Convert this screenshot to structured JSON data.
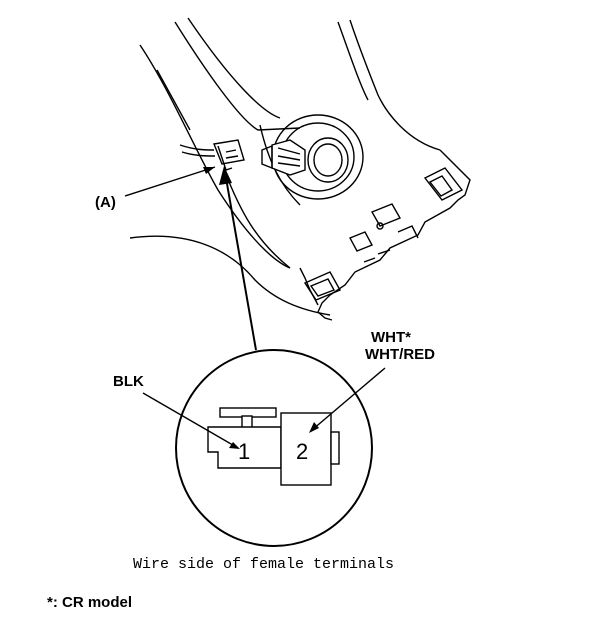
{
  "callout_a": "(A)",
  "wire_blk": "BLK",
  "wire_wht_cr": "WHT*",
  "wire_wht_red": "WHT/RED",
  "terminal_1": "1",
  "terminal_2": "2",
  "caption": "Wire side of female terminals",
  "footnote": "*: CR model"
}
